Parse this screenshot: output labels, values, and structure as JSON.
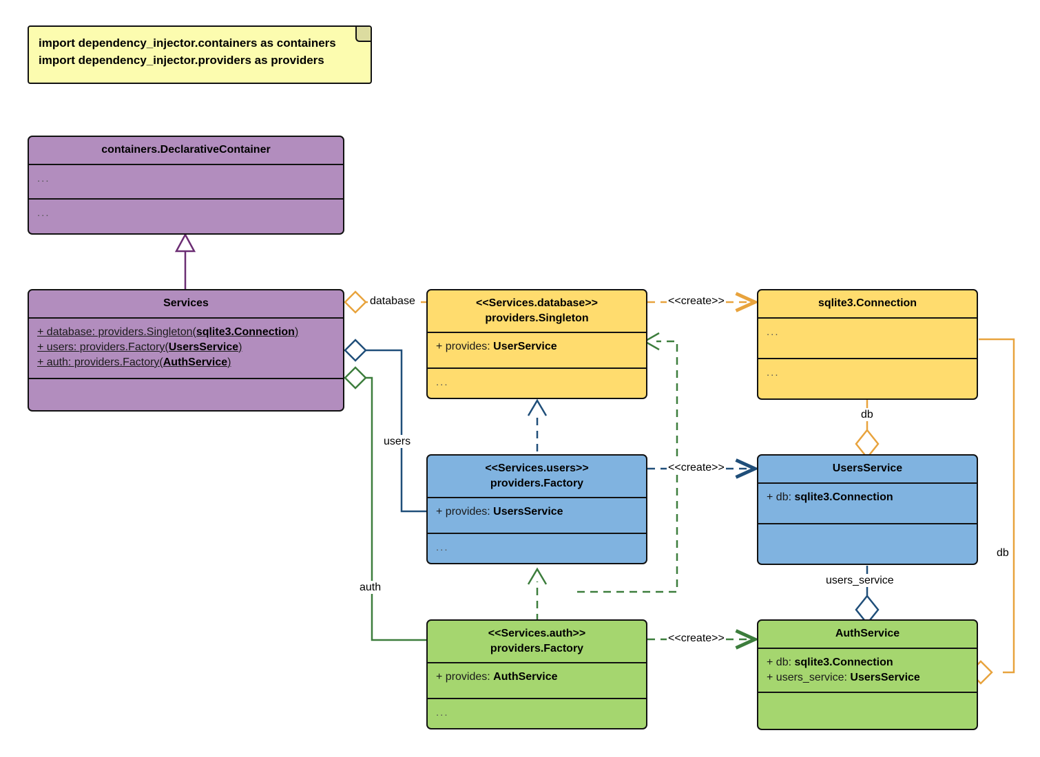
{
  "diagram": {
    "title": "dependency_injector services class diagram",
    "type": "uml-class-diagram"
  },
  "note": {
    "line1": "import dependency_injector.containers as containers",
    "line2": "import dependency_injector.providers as providers"
  },
  "classes": {
    "declarative_container": {
      "name": "containers.DeclarativeContainer",
      "attributes_placeholder": "...",
      "methods_placeholder": "..."
    },
    "services": {
      "name": "Services",
      "attr1": "+ database: providers.Singleton(",
      "attr1_bold": "sqlite3.Connection",
      "attr1_tail": ")",
      "attr2": "+ users: providers.Factory(",
      "attr2_bold": "UsersService",
      "attr2_tail": ")",
      "attr3": "+ auth: providers.Factory(",
      "attr3_bold": "AuthService",
      "attr3_tail": ")",
      "methods_placeholder": ""
    },
    "services_database": {
      "stereotype": "<<Services.database>>",
      "name": "providers.Singleton",
      "attr1_prefix": "+ provides: ",
      "attr1_bold": "UserService",
      "methods_placeholder": "..."
    },
    "services_users": {
      "stereotype": "<<Services.users>>",
      "name": "providers.Factory",
      "attr1_prefix": "+ provides: ",
      "attr1_bold": "UsersService",
      "methods_placeholder": "..."
    },
    "services_auth": {
      "stereotype": "<<Services.auth>>",
      "name": "providers.Factory",
      "attr1_prefix": "+ provides: ",
      "attr1_bold": "AuthService",
      "methods_placeholder": "..."
    },
    "sqlite_connection": {
      "name": "sqlite3.Connection",
      "attributes_placeholder": "...",
      "methods_placeholder": "..."
    },
    "users_service": {
      "name": "UsersService",
      "attr1_prefix": "+ db: ",
      "attr1_bold": "sqlite3.Connection",
      "methods_placeholder": ""
    },
    "auth_service": {
      "name": "AuthService",
      "attr1_prefix": "+ db: ",
      "attr1_bold": "sqlite3.Connection",
      "attr2_prefix": "+ users_service: ",
      "attr2_bold": "UsersService",
      "methods_placeholder": ""
    }
  },
  "edges": {
    "inheritance_label": "",
    "database_label": "database",
    "users_label": "users",
    "auth_label": "auth",
    "create_database": "<<create>>",
    "create_users": "<<create>>",
    "create_auth": "<<create>>",
    "db_users_label": "db",
    "users_service_label": "users_service",
    "db_auth_label": "db"
  },
  "colors": {
    "purple": "#B28DBE",
    "yellow": "#FFDC6E",
    "blue": "#80B3E0",
    "green": "#A5D66F",
    "note": "#FCFCAF",
    "stroke": "#111111",
    "yellow_edge": "#E8A33D",
    "blue_edge": "#1F4E79",
    "green_edge": "#3C7D3C",
    "purple_edge": "#6B2D73"
  }
}
